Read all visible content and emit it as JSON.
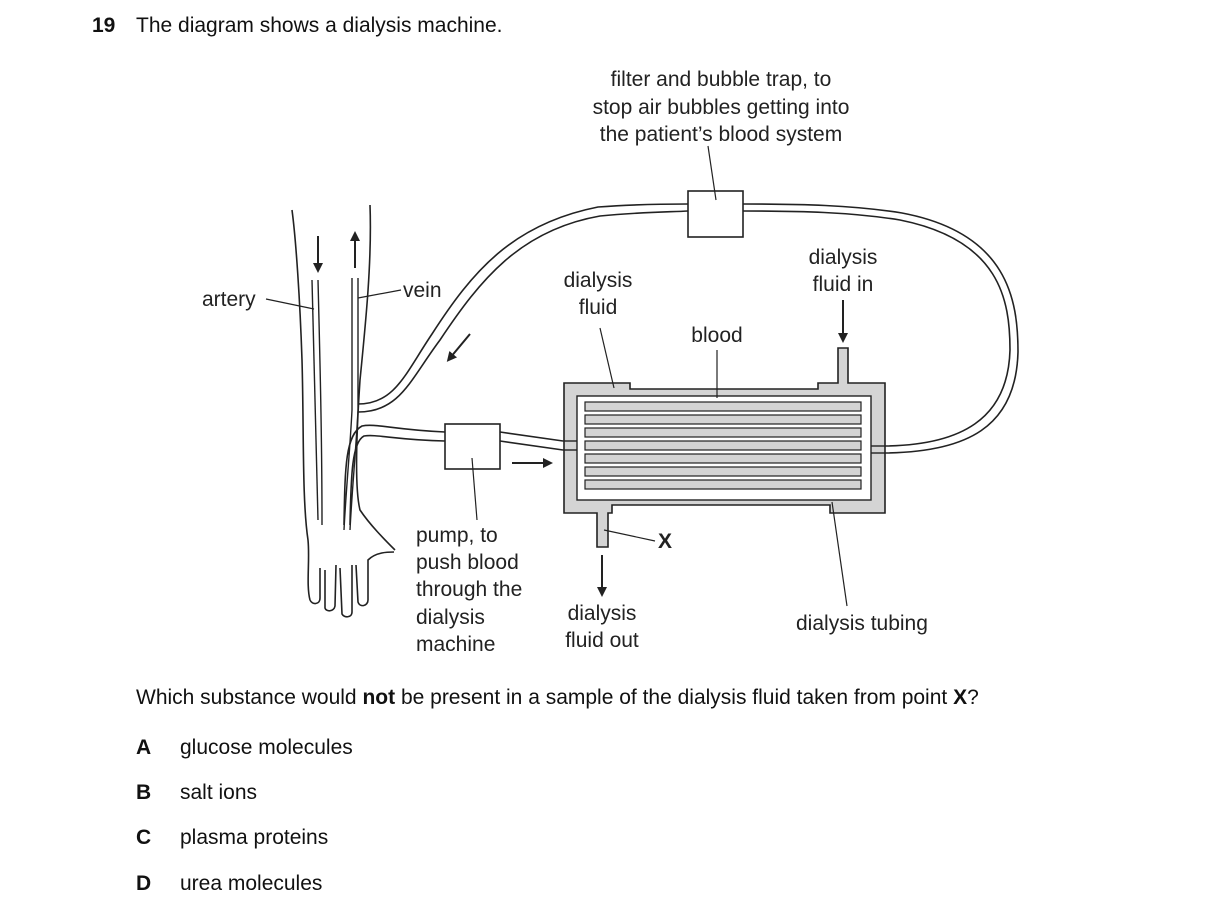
{
  "question": {
    "number": "19",
    "intro": "The diagram shows a dialysis machine.",
    "prompt_before": "Which substance would ",
    "prompt_bold": "not",
    "prompt_middle": " be present in a sample of the dialysis fluid taken from point ",
    "prompt_point": "X",
    "prompt_end": "?"
  },
  "diagram": {
    "labels": {
      "filter_line1": "filter and bubble trap, to",
      "filter_line2": "stop air bubbles getting into",
      "filter_line3": "the patient’s blood system",
      "artery": "artery",
      "vein": "vein",
      "dialysis_fluid_line1": "dialysis",
      "dialysis_fluid_line2": "fluid",
      "fluid_in_line1": "dialysis",
      "fluid_in_line2": "fluid in",
      "blood": "blood",
      "pump_line1": "pump, to",
      "pump_line2": "push blood",
      "pump_line3": "through the",
      "pump_line4": "dialysis",
      "pump_line5": "machine",
      "point_x": "X",
      "fluid_out_line1": "dialysis",
      "fluid_out_line2": "fluid out",
      "tubing": "dialysis tubing"
    }
  },
  "options": [
    {
      "letter": "A",
      "text": "glucose molecules"
    },
    {
      "letter": "B",
      "text": "salt ions"
    },
    {
      "letter": "C",
      "text": "plasma proteins"
    },
    {
      "letter": "D",
      "text": "urea molecules"
    }
  ]
}
